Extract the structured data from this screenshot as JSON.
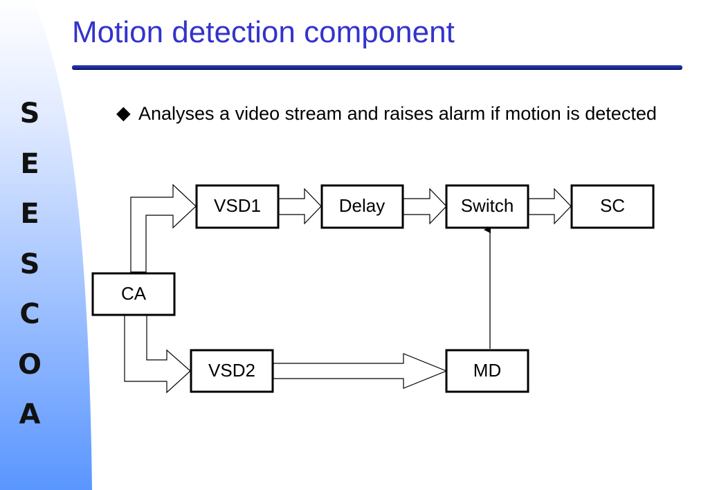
{
  "slide": {
    "title": "Motion detection component",
    "side_letters": [
      "S",
      "E",
      "E",
      "S",
      "C",
      "O",
      "A"
    ],
    "bullet": "Analyses a video stream and raises alarm if motion is detected",
    "bullet_icon": "diamond-bullet-icon"
  },
  "colors": {
    "title": "#3333cc",
    "title_rule": "#1e2ea0",
    "side_gradient_top": "#ffffff",
    "side_gradient_bottom": "#5a96ff"
  },
  "diagram": {
    "nodes": {
      "ca": "CA",
      "vsd1": "VSD1",
      "delay": "Delay",
      "switch": "Switch",
      "sc": "SC",
      "vsd2": "VSD2",
      "md": "MD"
    },
    "edges": [
      [
        "CA",
        "VSD1"
      ],
      [
        "VSD1",
        "Delay"
      ],
      [
        "Delay",
        "Switch"
      ],
      [
        "Switch",
        "SC"
      ],
      [
        "CA",
        "VSD2"
      ],
      [
        "VSD2",
        "MD"
      ],
      [
        "MD",
        "Switch"
      ]
    ]
  }
}
